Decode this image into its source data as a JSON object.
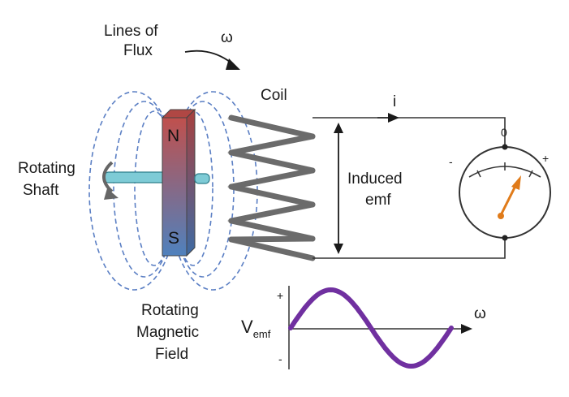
{
  "labels": {
    "lines_of_flux_1": "Lines of",
    "lines_of_flux_2": "Flux",
    "omega_top": "ω",
    "coil": "Coil",
    "current": "i",
    "meter_zero": "0",
    "meter_minus": "-",
    "meter_plus": "+",
    "rotating_shaft_1": "Rotating",
    "rotating_shaft_2": "Shaft",
    "induced_emf_1": "Induced",
    "induced_emf_2": "emf",
    "pole_north": "N",
    "pole_south": "S",
    "rotating_field_1": "Rotating",
    "rotating_field_2": "Magnetic",
    "rotating_field_3": "Field",
    "graph_plus": "+",
    "graph_minus": "-",
    "v_main": "V",
    "v_sub": "emf",
    "omega_axis": "ω"
  },
  "colors": {
    "flux_lines": "#5b7fc4",
    "magnet_north": "#c0504d",
    "magnet_south": "#4f81bd",
    "shaft": "#7ecbd6",
    "coil": "#6b6b6b",
    "wire": "#333333",
    "meter_needle": "#e07b1a",
    "sine_wave": "#7030a0"
  },
  "icons": {
    "rotation_arrow": "curved-arrow-icon",
    "current_arrow": "arrow-right-icon",
    "meter": "galvanometer-icon"
  }
}
